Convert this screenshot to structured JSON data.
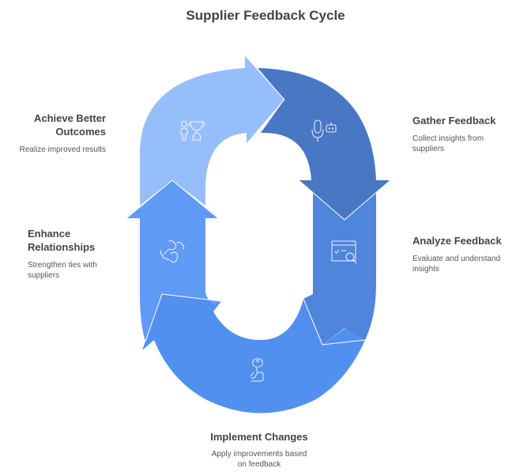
{
  "title": "Supplier Feedback Cycle",
  "colors": {
    "gather": "#4878C4",
    "analyze": "#4F86DB",
    "implement": "#5190EE",
    "enhance": "#5F9BF5",
    "achieve": "#96BEFB",
    "text_heading": "#444444",
    "text_body": "#555555"
  },
  "steps": [
    {
      "id": "gather",
      "heading": "Gather Feedback",
      "description_lines": [
        "Collect insights from",
        "suppliers"
      ],
      "icon": "microphone-bot-icon"
    },
    {
      "id": "analyze",
      "heading": "Analyze Feedback",
      "description_lines": [
        "Evaluate and understand",
        "insights"
      ],
      "icon": "browser-search-icon"
    },
    {
      "id": "implement",
      "heading": "Implement Changes",
      "description_lines": [
        "Apply improvements based",
        "on feedback"
      ],
      "icon": "wrench-thumbs-up-icon"
    },
    {
      "id": "enhance",
      "heading_lines": [
        "Enhance",
        "Relationships"
      ],
      "description_lines": [
        "Strengthen ties with",
        "suppliers"
      ],
      "icon": "handshake-icon"
    },
    {
      "id": "achieve",
      "heading_lines": [
        "Achieve Better",
        "Outcomes"
      ],
      "description_lines": [
        "Realize improved results"
      ],
      "icon": "person-trophy-icon"
    }
  ]
}
